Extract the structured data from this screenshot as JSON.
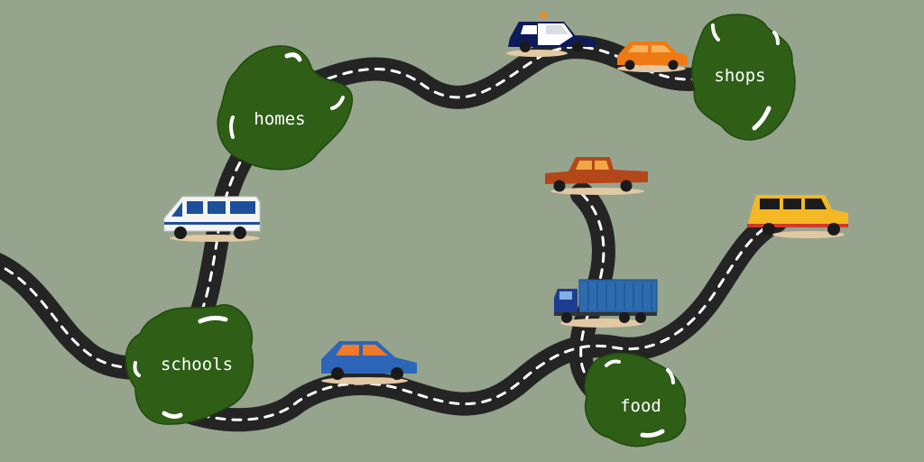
{
  "map": {
    "background_color": "#96a48e",
    "road_color": "#242424",
    "blob_color": "#2f5e17",
    "destinations": [
      {
        "id": "homes",
        "label": "homes"
      },
      {
        "id": "shops",
        "label": "shops"
      },
      {
        "id": "schools",
        "label": "schools"
      },
      {
        "id": "food",
        "label": "food"
      }
    ],
    "vehicles": [
      {
        "id": "police-car",
        "icon": "police-car-icon"
      },
      {
        "id": "orange-car",
        "icon": "orange-car-icon"
      },
      {
        "id": "white-van",
        "icon": "van-icon"
      },
      {
        "id": "pickup-truck",
        "icon": "pickup-truck-icon"
      },
      {
        "id": "yellow-suv",
        "icon": "suv-icon"
      },
      {
        "id": "cargo-truck",
        "icon": "cargo-truck-icon"
      },
      {
        "id": "blue-car",
        "icon": "blue-car-icon"
      }
    ]
  }
}
